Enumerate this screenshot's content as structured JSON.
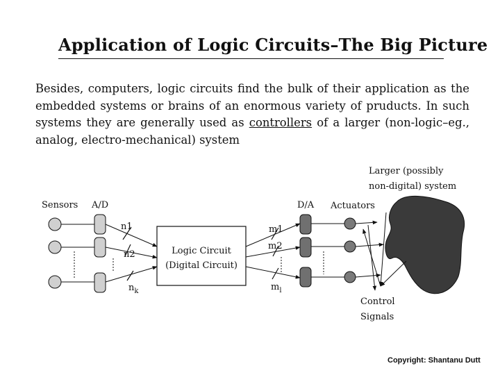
{
  "title": "Application of Logic Circuits–The Big Picture",
  "paragraph": {
    "before": "Besides, computers, logic circuits find the bulk of their application as the embedded systems or brains of an enormous variety of pruducts.  In such systems they are generally used as ",
    "emphasis": "controllers",
    "after": " of a larger (non-logic–eg., analog, electro-mechanical) system"
  },
  "diagram": {
    "sensors_label": "Sensors",
    "ad_label": "A/D",
    "da_label": "D/A",
    "actuators_label": "Actuators",
    "system_label_line1": "Larger (possibly",
    "system_label_line2": "non-digital) system",
    "logic_circuit_line1": "Logic Circuit",
    "logic_circuit_line2": "(Digital Circuit)",
    "control_line1": "Control",
    "control_line2": "Signals",
    "input_buses": [
      {
        "base": "n",
        "sub": "1"
      },
      {
        "base": "n",
        "sub": "2"
      },
      {
        "base": "n",
        "sub": "k"
      }
    ],
    "output_buses": [
      {
        "base": "m",
        "sub": "1"
      },
      {
        "base": "m",
        "sub": "2"
      },
      {
        "base": "m",
        "sub": "l"
      }
    ],
    "colors": {
      "converter_in": "#d0d0d0",
      "converter_out": "#707070",
      "actuator": "#7a7a7a",
      "system": "#3a3a3a"
    }
  },
  "copyright": "Copyright: Shantanu Dutt"
}
